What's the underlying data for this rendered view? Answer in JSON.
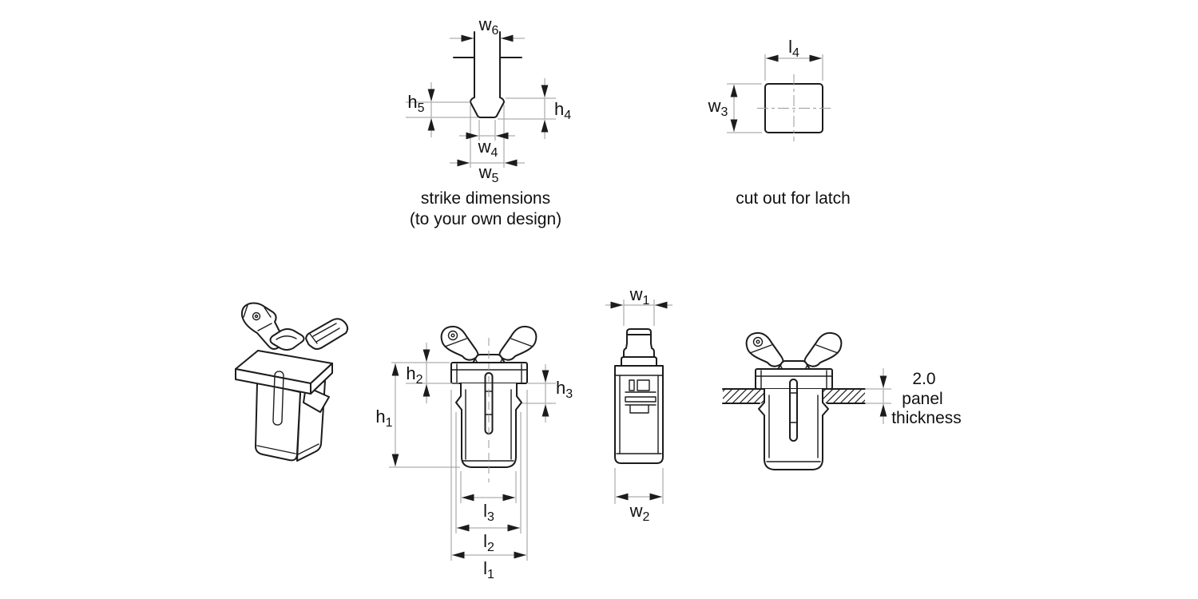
{
  "captions": {
    "strike_line1": "strike dimensions",
    "strike_line2": "(to your own design)",
    "cutout": "cut out for latch",
    "panel_value": "2.0",
    "panel_line2": "panel",
    "panel_line3": "thickness"
  },
  "dim_labels": {
    "w1": {
      "base": "w",
      "sub": "1"
    },
    "w2": {
      "base": "w",
      "sub": "2"
    },
    "w3": {
      "base": "w",
      "sub": "3"
    },
    "w4": {
      "base": "w",
      "sub": "4"
    },
    "w5": {
      "base": "w",
      "sub": "5"
    },
    "w6": {
      "base": "w",
      "sub": "6"
    },
    "h1": {
      "base": "h",
      "sub": "1"
    },
    "h2": {
      "base": "h",
      "sub": "2"
    },
    "h3": {
      "base": "h",
      "sub": "3"
    },
    "h4": {
      "base": "h",
      "sub": "4"
    },
    "h5": {
      "base": "h",
      "sub": "5"
    },
    "l1": {
      "base": "l",
      "sub": "1"
    },
    "l2": {
      "base": "l",
      "sub": "2"
    },
    "l3": {
      "base": "l",
      "sub": "3"
    },
    "l4": {
      "base": "l",
      "sub": "4"
    }
  },
  "colors": {
    "outline": "#1c1c1c",
    "dimension_lines": "#9a9a9a",
    "background": "#ffffff"
  }
}
